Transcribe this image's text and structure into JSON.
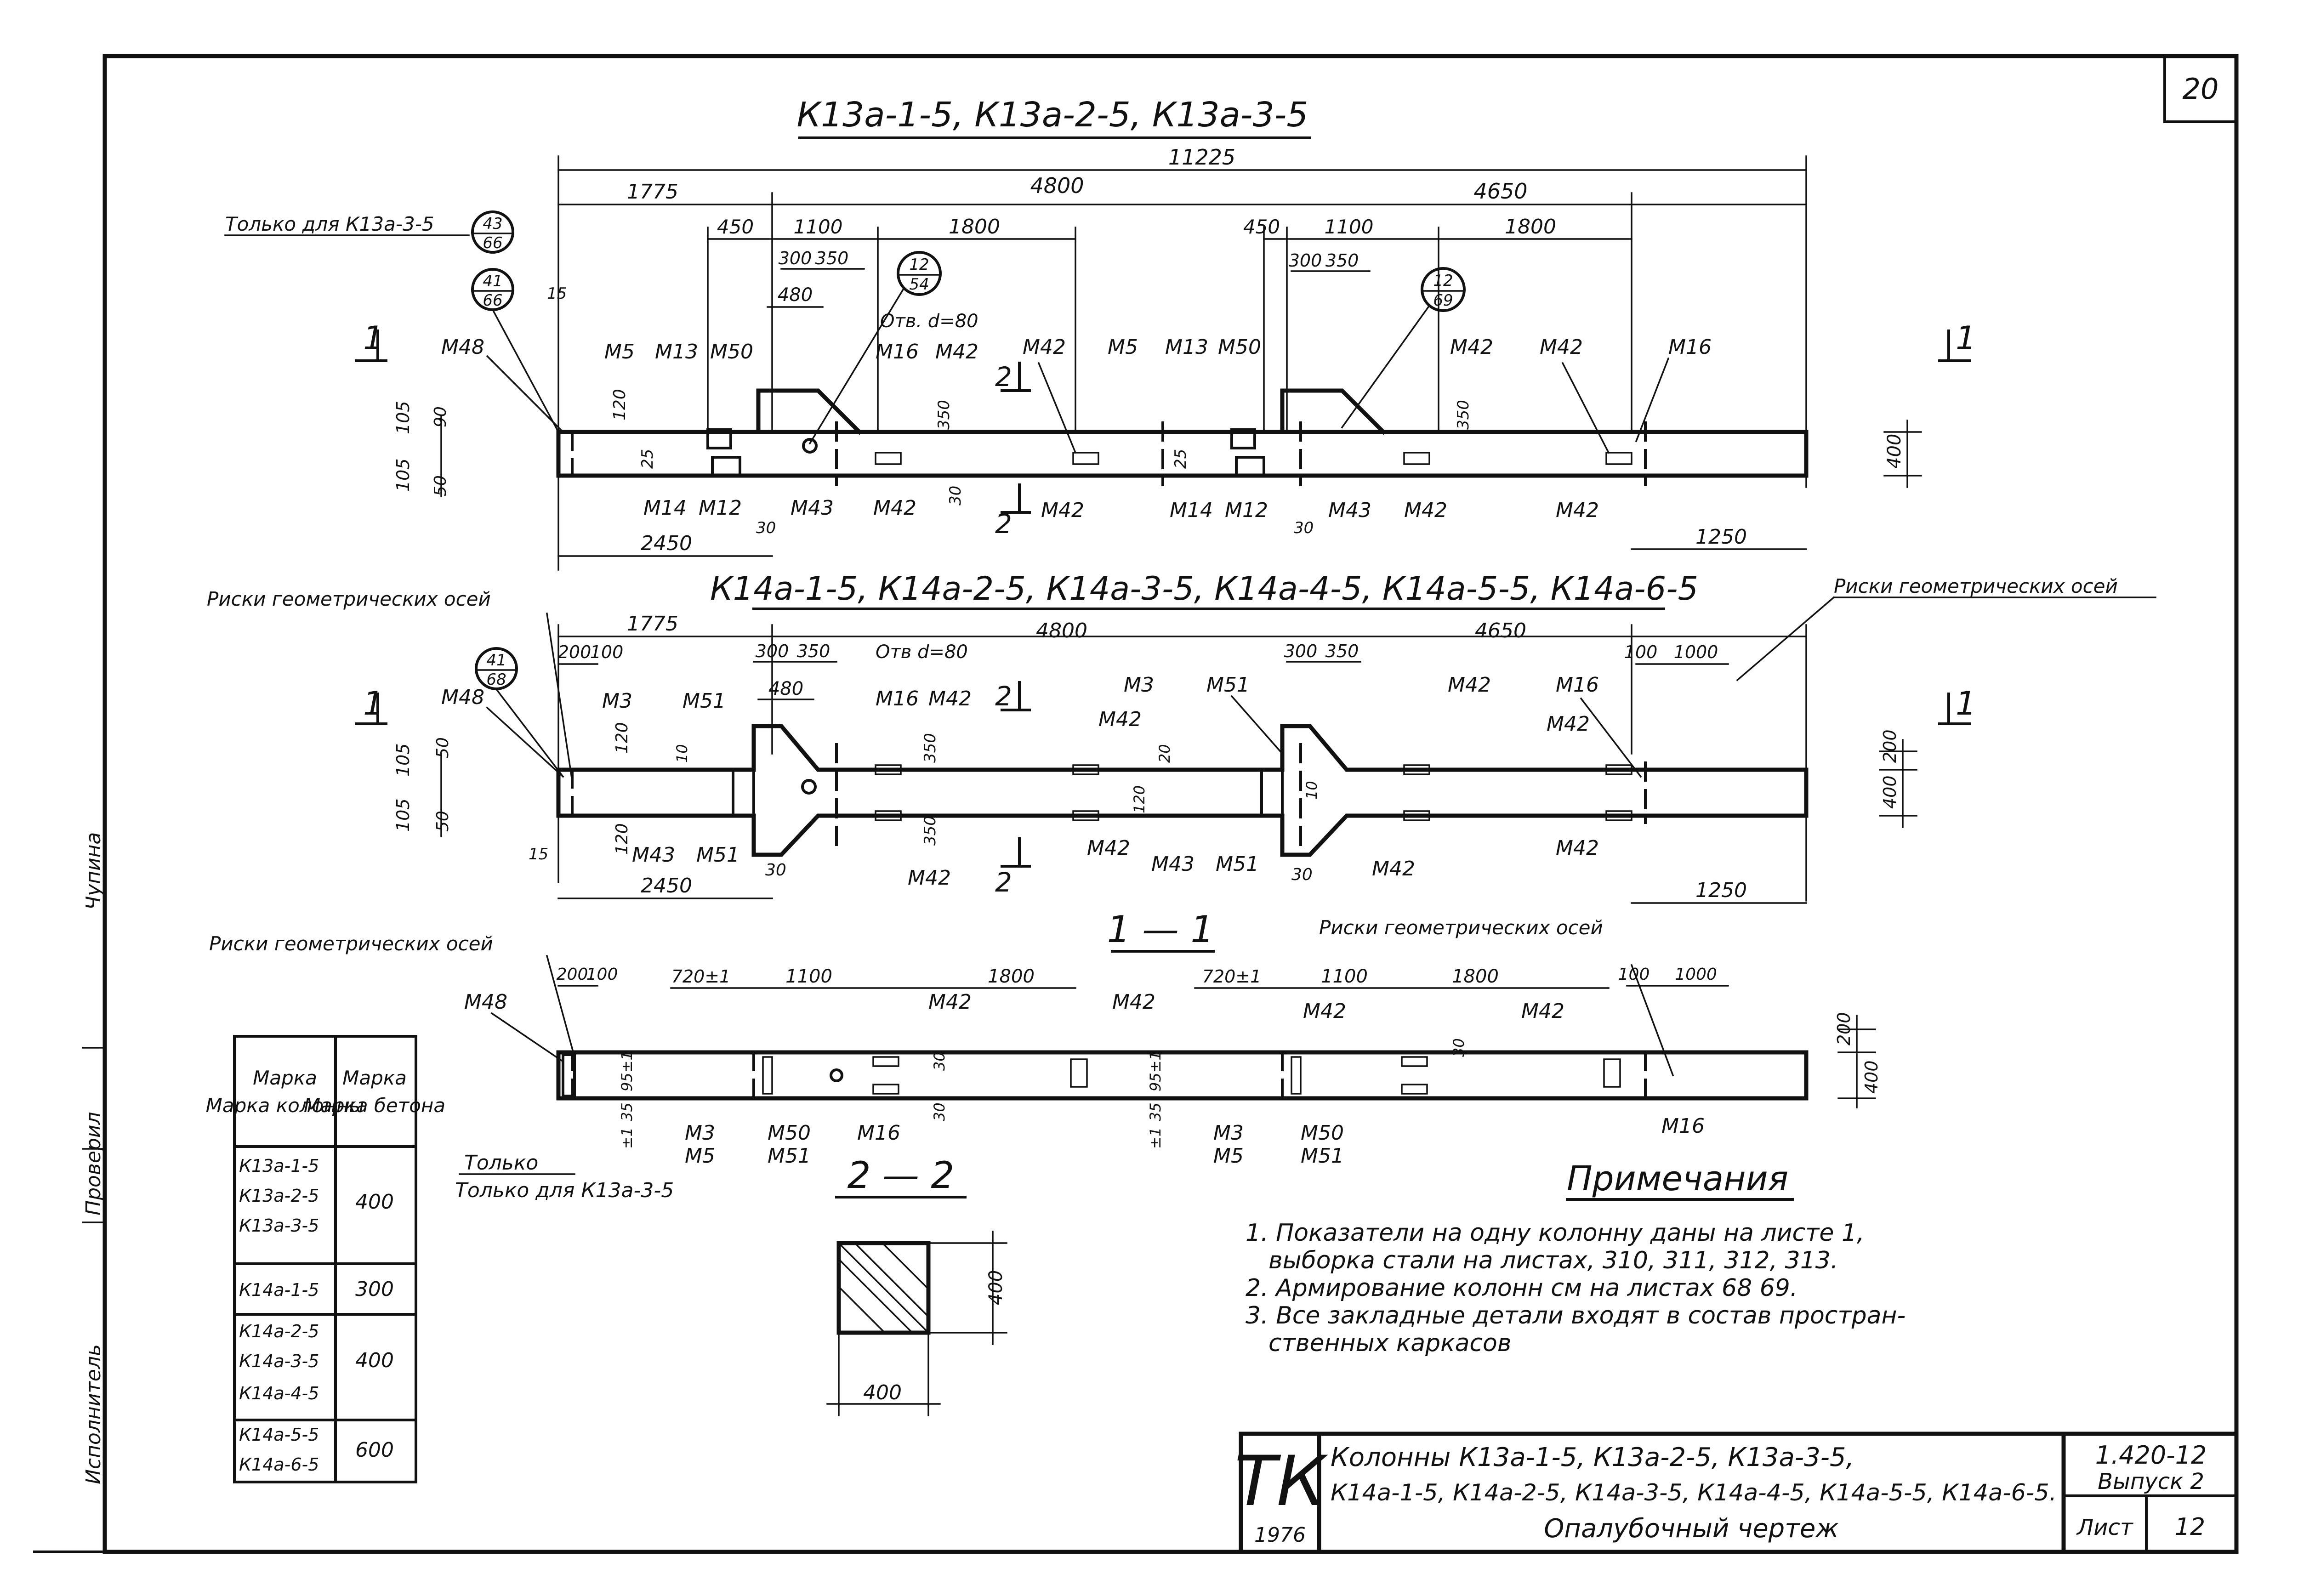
{
  "sheet": {
    "page_number": "20",
    "side_stamp": {
      "a": "Проверил",
      "b": "Чупина",
      "c": "Исполнитель"
    }
  },
  "views": {
    "k13a": {
      "title": "К13а-1-5, К13а-2-5, К13а-3-5",
      "total": "11225",
      "dims": [
        "1775",
        "4800",
        "4650",
        "450",
        "1100",
        "1800",
        "450",
        "1100",
        "1800",
        "300",
        "350",
        "300",
        "350",
        "480",
        "2450",
        "1250",
        "400",
        "105",
        "105",
        "90",
        "50",
        "120",
        "25",
        "25",
        "30",
        "30",
        "30",
        "15",
        "350",
        "350"
      ],
      "hole": "Отв. d=80",
      "note_only": "Только для К13а-3-5",
      "callouts": [
        {
          "top": "43",
          "bottom": "66"
        },
        {
          "top": "41",
          "bottom": "66"
        },
        {
          "top": "12",
          "bottom": "54"
        },
        {
          "top": "12",
          "bottom": "69"
        }
      ],
      "marks_top": [
        "М48",
        "М5",
        "М13",
        "М50",
        "М16",
        "М42",
        "М42",
        "М5",
        "М13",
        "М50",
        "М42",
        "М42",
        "М16"
      ],
      "marks_bottom": [
        "М14",
        "М12",
        "М43",
        "М42",
        "М42",
        "М14",
        "М12",
        "М43",
        "М42",
        "М42"
      ],
      "section_labels": [
        "1",
        "1",
        "2",
        "2"
      ]
    },
    "k14a": {
      "title": "К14а-1-5, К14а-2-5, К14а-3-5, К14а-4-5, К14а-5-5, К14а-6-5",
      "risk_left": "Риски геометрических осей",
      "risk_right": "Риски геометрических осей",
      "dims": [
        "1775",
        "4800",
        "4650",
        "200",
        "100",
        "300",
        "350",
        "300",
        "350",
        "100",
        "1000",
        "480",
        "2450",
        "1250",
        "400",
        "200",
        "105",
        "105",
        "50",
        "50",
        "120",
        "120",
        "350",
        "350",
        "15",
        "30",
        "30",
        "10",
        "10",
        "20",
        "120"
      ],
      "hole": "Отв d=80",
      "callout": {
        "top": "41",
        "bottom": "68"
      },
      "marks_top": [
        "М48",
        "М3",
        "М51",
        "М16",
        "М42",
        "М3",
        "М42",
        "М51",
        "М42",
        "М16",
        "М42"
      ],
      "marks_bottom": [
        "М43",
        "М51",
        "М42",
        "М42",
        "М43",
        "М51",
        "М42",
        "М42"
      ],
      "section_labels": [
        "1",
        "1",
        "2",
        "2"
      ]
    },
    "sec11": {
      "title": "1 — 1",
      "risk_left": "Риски геометрических осей",
      "risk_right": "Риски геометрических осей",
      "dims": [
        "200",
        "100",
        "720±1",
        "1100",
        "1800",
        "720±1",
        "1100",
        "1800",
        "100",
        "1000",
        "200",
        "400",
        "30",
        "30",
        "30",
        "95±1",
        "35",
        "95±1",
        "35",
        "±1",
        "±1"
      ],
      "marks": [
        "М48",
        "М42",
        "М42",
        "М42",
        "М42",
        "М3",
        "М5",
        "М50",
        "М51",
        "М16",
        "М3",
        "М5",
        "М50",
        "М51",
        "М16"
      ],
      "only_note": "Только для К13а-3-5"
    },
    "sec22": {
      "title": "2 — 2",
      "w": "400",
      "h": "400"
    }
  },
  "concrete_table": {
    "headers": [
      "Марка колонны",
      "Марка бетона"
    ],
    "groups": [
      {
        "marks": [
          "К13а-1-5",
          "К13а-2-5",
          "К13а-3-5"
        ],
        "grade": "400"
      },
      {
        "marks": [
          "К14а-1-5"
        ],
        "grade": "300"
      },
      {
        "marks": [
          "К14а-2-5",
          "К14а-3-5",
          "К14а-4-5"
        ],
        "grade": "400"
      },
      {
        "marks": [
          "К14а-5-5",
          "К14а-6-5"
        ],
        "grade": "600"
      }
    ]
  },
  "notes": {
    "title": "Примечания",
    "items": [
      "1. Показатели на одну колонну даны на листе 1,",
      "выборка стали на листах, 310, 311, 312, 313.",
      "2. Армирование колонн см на листах 68 69.",
      "3. Все закладные детали входят в состав простран-",
      "ственных каркасов"
    ]
  },
  "title_block": {
    "org": "ТК",
    "year": "1976",
    "line1": "Колонны К13а-1-5, К13а-2-5, К13а-3-5,",
    "line2": "К14а-1-5, К14а-2-5, К14а-3-5, К14а-4-5, К14а-5-5, К14а-6-5.",
    "line3": "Опалубочный чертеж",
    "series": "1.420-12",
    "issue": "Выпуск 2",
    "sheet_label": "Лист",
    "sheet_no": "12"
  }
}
